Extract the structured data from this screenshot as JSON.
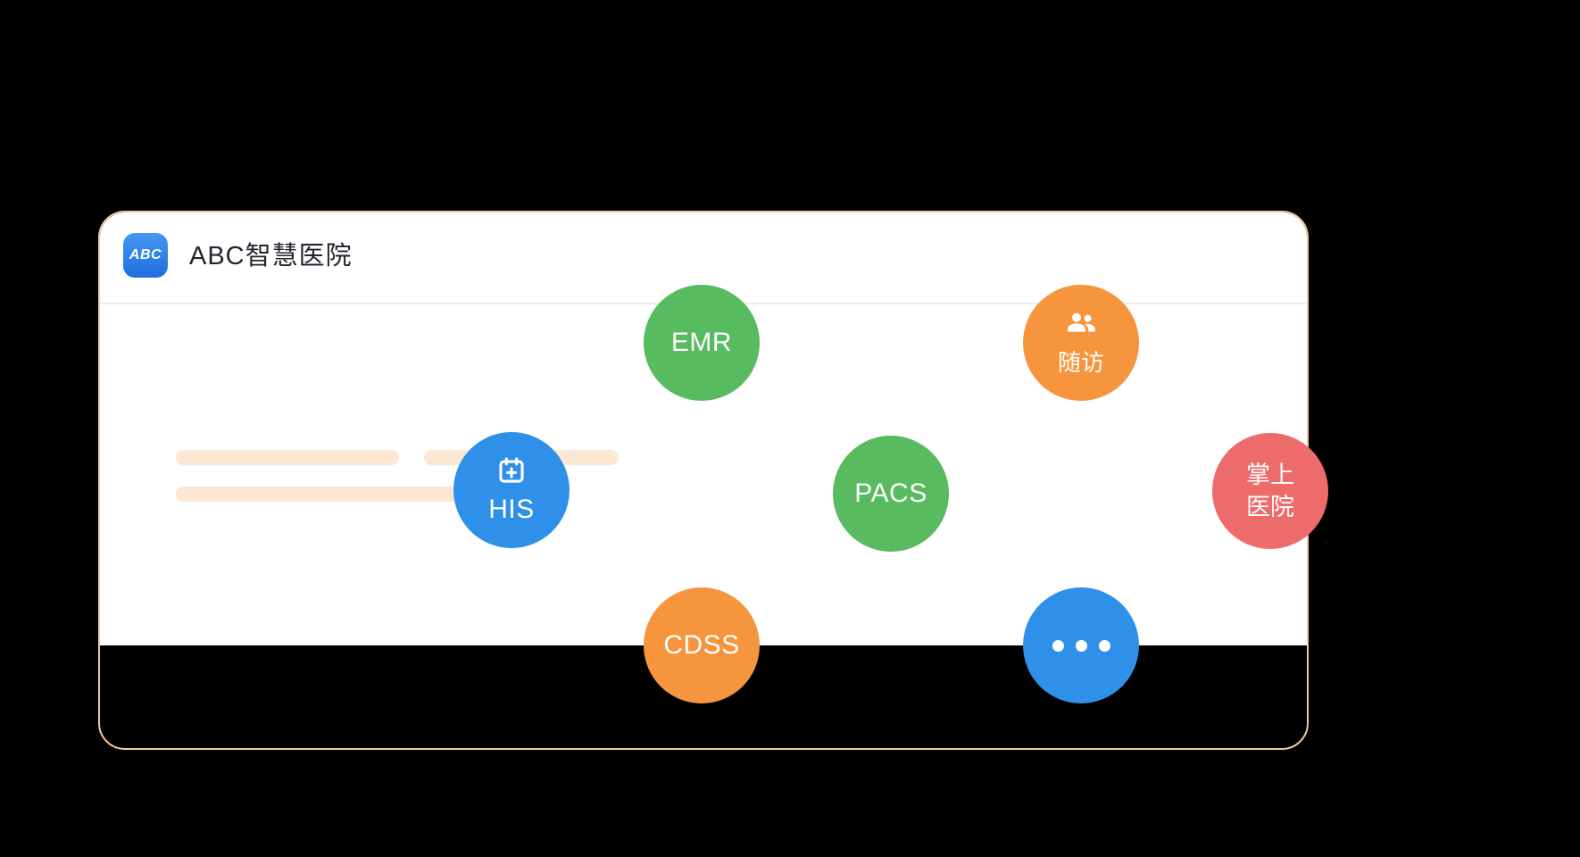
{
  "window": {
    "page_background": "#000000",
    "card_background": "#FFFFFF",
    "card_border_color": "#F6C79D",
    "logo_text": "ABC",
    "logo_color": "#2E7FE8",
    "title": "ABC智慧医院",
    "skeleton_bar_color": "#FBE7D3"
  },
  "nodes": [
    {
      "id": "emr",
      "label": "EMR",
      "color": "#58BB60"
    },
    {
      "id": "suifang",
      "label": "随访",
      "color": "#F6953D",
      "icon": "people-group-icon"
    },
    {
      "id": "his",
      "label": "HIS",
      "color": "#2E90E8",
      "icon": "calendar-plus-icon"
    },
    {
      "id": "pacs",
      "label": "PACS",
      "color": "#58BB60"
    },
    {
      "id": "mobile",
      "label": "掌上医院",
      "line1": "掌上",
      "line2": "医院",
      "color": "#ED6B6B"
    },
    {
      "id": "cdss",
      "label": "CDSS",
      "color": "#F6953D"
    },
    {
      "id": "more",
      "label": "",
      "color": "#2E90E8",
      "icon": "ellipsis-icon"
    }
  ]
}
